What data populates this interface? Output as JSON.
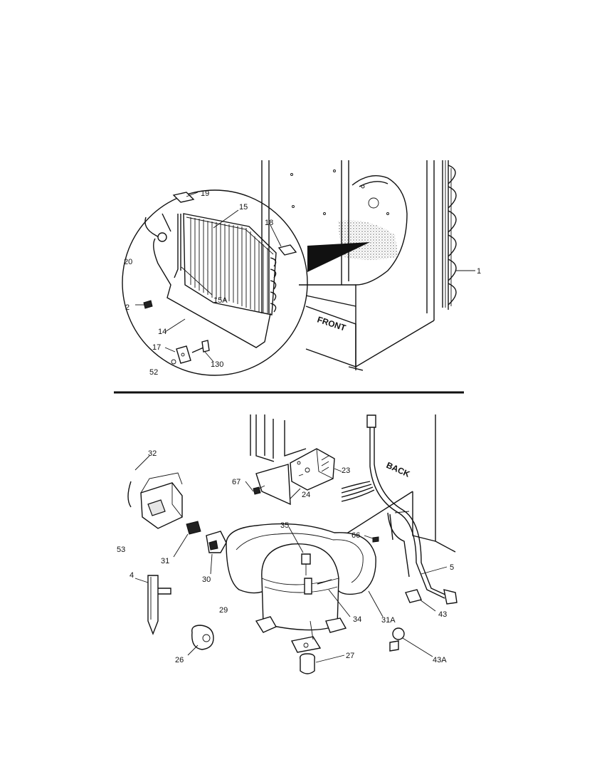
{
  "upper": {
    "direction_label": "FRONT",
    "callouts": {
      "c1": "1",
      "c2": "2",
      "c14": "14",
      "c15": "15",
      "c15a": "15A",
      "c17": "17",
      "c18": "18",
      "c19": "19",
      "c20": "20",
      "c52": "52",
      "c130": "130"
    }
  },
  "lower": {
    "direction_label": "BACK",
    "callouts": {
      "c4": "4",
      "c5": "5",
      "c23": "23",
      "c24": "24",
      "c26": "26",
      "c27": "27",
      "c29": "29",
      "c30": "30",
      "c31": "31",
      "c31a": "31A",
      "c32": "32",
      "c34": "34",
      "c35": "35",
      "c43": "43",
      "c43a": "43A",
      "c53": "53",
      "c66": "66",
      "c67": "67"
    }
  }
}
